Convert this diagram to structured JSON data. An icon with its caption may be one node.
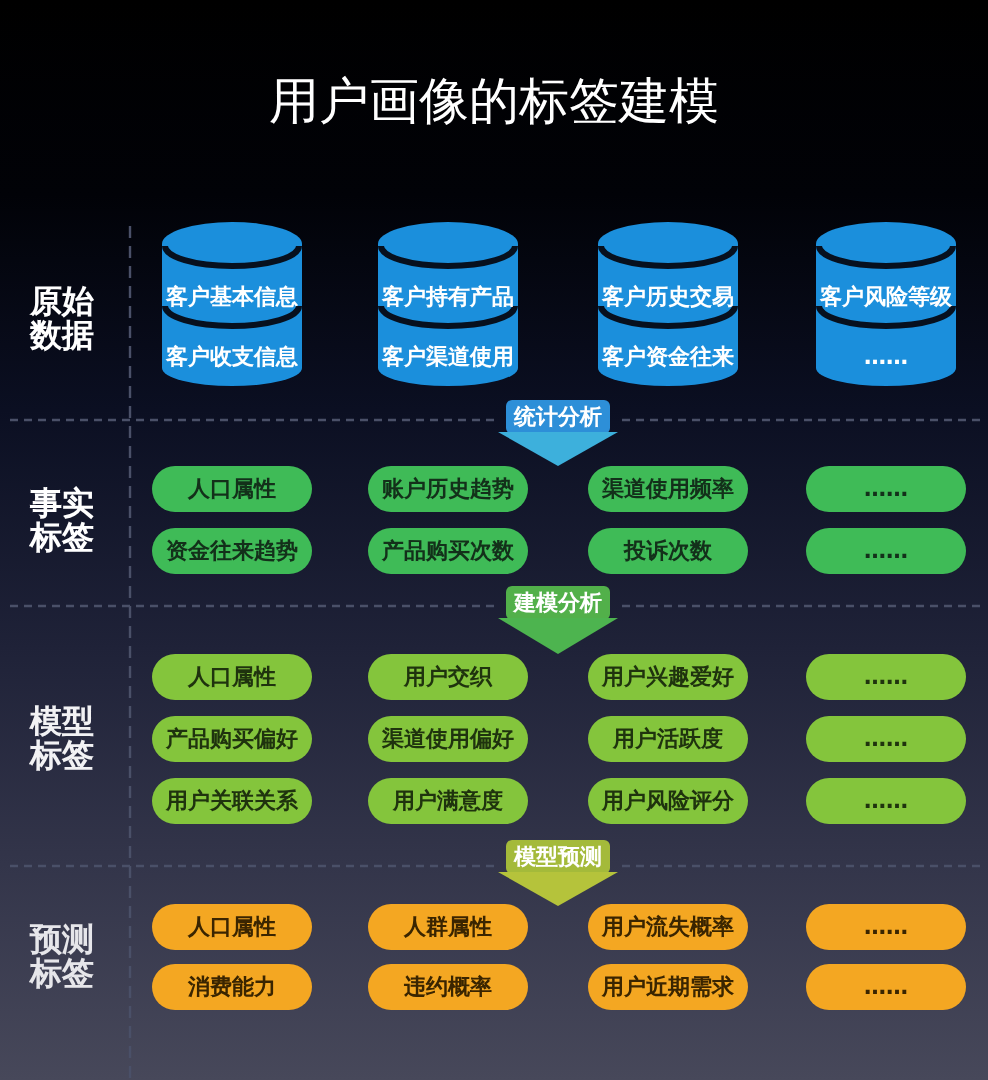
{
  "diagram": {
    "title": "用户画像的标签建模",
    "nodes": [
      {
        "text": [
          "客户基本信息",
          "客户收支信息"
        ]
      },
      {
        "text": [
          "客户持有产品",
          "客户渠道使用"
        ]
      },
      {
        "text": [
          "客户历史交易",
          "客户资金往来"
        ]
      },
      {
        "text": [
          "客户风险等级",
          "……"
        ]
      },
      {
        "text": [
          "统计分析"
        ]
      },
      {
        "text": [
          "人口属性"
        ]
      },
      {
        "text": [
          "账户历史趋势"
        ]
      },
      {
        "text": [
          "渠道使用频率"
        ]
      },
      {
        "text": [
          "……"
        ]
      },
      {
        "text": [
          "资金往来趋势"
        ]
      },
      {
        "text": [
          "产品购买次数"
        ]
      },
      {
        "text": [
          "投诉次数"
        ]
      },
      {
        "text": [
          "……"
        ]
      },
      {
        "text": [
          "建模分析"
        ]
      },
      {
        "text": [
          "人口属性"
        ]
      },
      {
        "text": [
          "用户交织"
        ]
      },
      {
        "text": [
          "用户兴趣爱好"
        ]
      },
      {
        "text": [
          "……"
        ]
      },
      {
        "text": [
          "产品购买偏好"
        ]
      },
      {
        "text": [
          "渠道使用偏好"
        ]
      },
      {
        "text": [
          "用户活跃度"
        ]
      },
      {
        "text": [
          "……"
        ]
      },
      {
        "text": [
          "用户关联关系"
        ]
      },
      {
        "text": [
          "用户满意度"
        ]
      },
      {
        "text": [
          "用户风险评分"
        ]
      },
      {
        "text": [
          "……"
        ]
      },
      {
        "text": [
          "模型预测"
        ]
      },
      {
        "text": [
          "人口属性"
        ]
      },
      {
        "text": [
          "人群属性"
        ]
      },
      {
        "text": [
          "用户流失概率"
        ]
      },
      {
        "text": [
          "……"
        ]
      },
      {
        "text": [
          "消费能力"
        ]
      },
      {
        "text": [
          "违约概率"
        ]
      },
      {
        "text": [
          "用户近期需求"
        ]
      },
      {
        "text": [
          "……"
        ]
      }
    ],
    "labels": [
      "原始数据",
      "事实标签",
      "模型标签",
      "预测标签"
    ]
  }
}
